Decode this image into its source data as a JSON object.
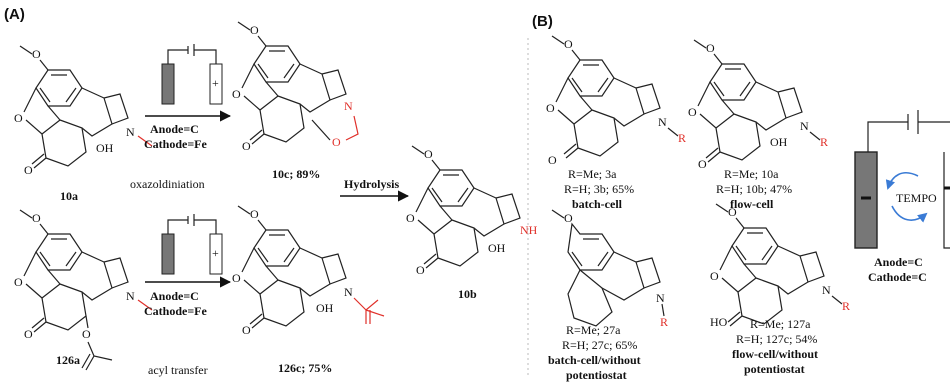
{
  "panels": {
    "a": {
      "label": "(A)",
      "top": {
        "start": "10a",
        "conditions": [
          "Anode=C",
          "Cathode=Fe"
        ],
        "reaction_name": "oxazoldiniation",
        "product": "10c; 89%"
      },
      "bottom": {
        "start": "126a",
        "conditions": [
          "Anode=C",
          "Cathode=Fe"
        ],
        "reaction_name": "acyl transfer",
        "product": "126c; 75%"
      },
      "hydrolysis": "Hydrolysis",
      "final": "10b",
      "nh": "NH"
    },
    "b": {
      "label": "(B)",
      "cards": [
        {
          "lines": [
            "R=Me; 3a",
            "R=H; 3b; 65%",
            "batch-cell"
          ]
        },
        {
          "lines": [
            "R=Me; 10a",
            "R=H; 10b; 47%",
            "flow-cell"
          ]
        },
        {
          "lines": [
            "R=Me; 27a",
            "R=H; 27c; 65%",
            "batch-cell/without",
            "potentiostat"
          ]
        },
        {
          "lines": [
            "R=Me; 127a",
            "R=H; 127c; 54%",
            "flow-cell/without",
            "potentiostat"
          ]
        }
      ],
      "cell": {
        "mediator": "TEMPO",
        "conditions": [
          "Anode=C",
          "Cathode=C"
        ]
      }
    }
  },
  "atoms": {
    "oh": "OH",
    "o": "O",
    "n": "N",
    "r": "R",
    "ho": "HO"
  }
}
